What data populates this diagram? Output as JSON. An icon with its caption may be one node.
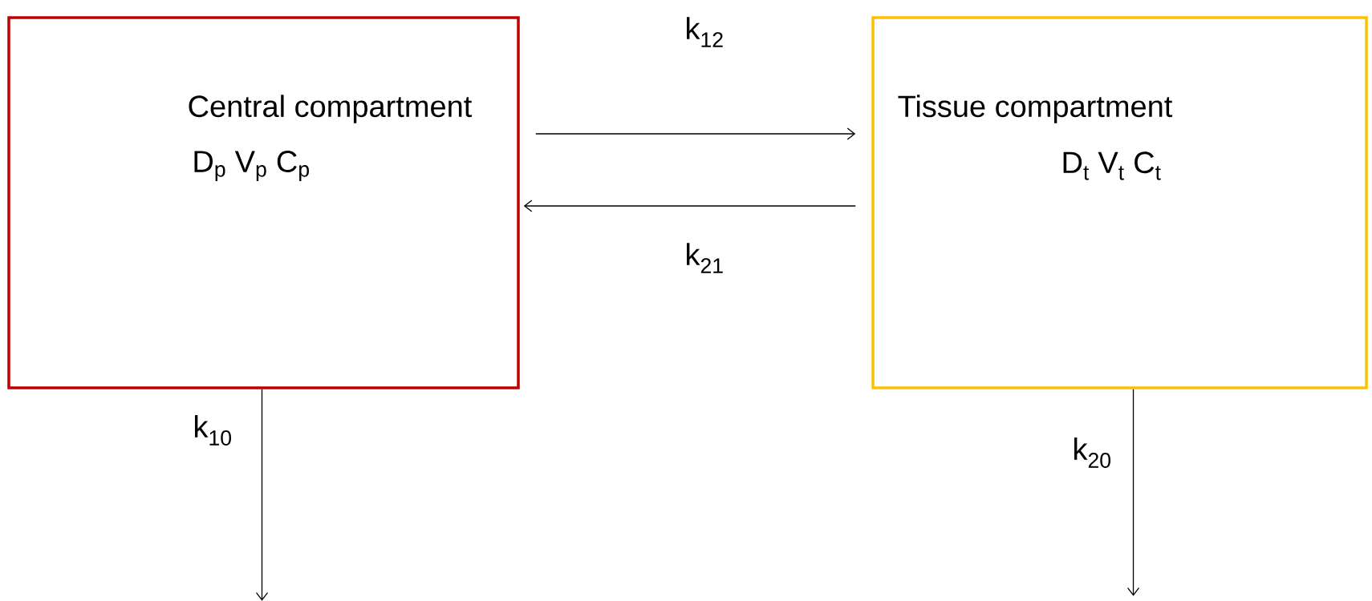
{
  "diagram": {
    "nodes": [
      {
        "text": [
          "Central compartment",
          "D$_{p}$ V$_{p}$ C$_{p}$"
        ]
      },
      {
        "text": [
          "Tissue compartment",
          "D$_{t}$ V$_{t}$ C$_{t}$"
        ]
      }
    ],
    "edges": [
      {
        "from": 0,
        "to": 1,
        "arrow": "to",
        "label": "k$_{12}$"
      },
      {
        "from": 1,
        "to": 0,
        "arrow": "to",
        "label": "k$_{21}$"
      },
      {
        "from": 0,
        "to": null,
        "arrow": "to",
        "label": "k$_{10}$"
      },
      {
        "from": 1,
        "to": null,
        "arrow": "to",
        "label": "k$_{20}$"
      }
    ]
  }
}
